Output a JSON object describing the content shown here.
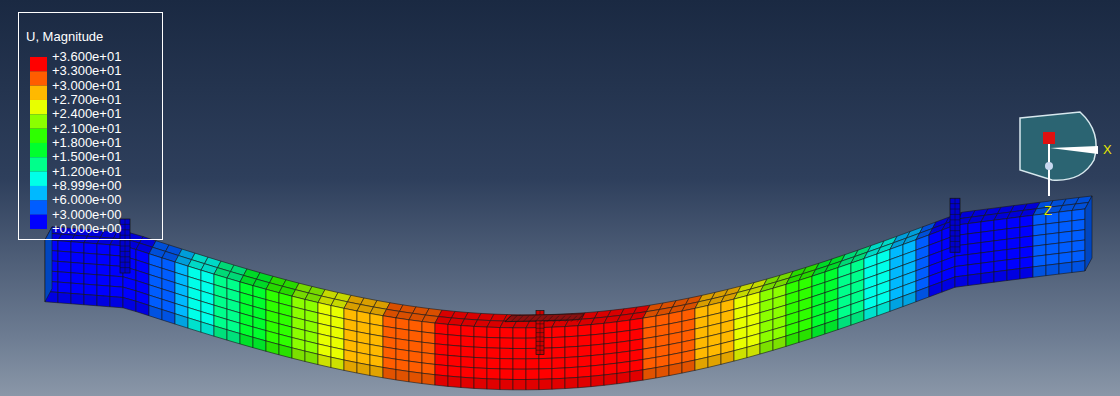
{
  "diagram": {
    "labels": [
      "U, Magnitude",
      "X",
      "Z"
    ],
    "legend": [
      {
        "text": "+3.600e+01",
        "color": "#ff0000"
      },
      {
        "text": "+3.300e+01",
        "color": "#ff5d00"
      },
      {
        "text": "+3.000e+01",
        "color": "#ffb900"
      },
      {
        "text": "+2.700e+01",
        "color": "#e8ff00"
      },
      {
        "text": "+2.400e+01",
        "color": "#8bff00"
      },
      {
        "text": "+2.100e+01",
        "color": "#2eff00"
      },
      {
        "text": "+1.800e+01",
        "color": "#00ff2e"
      },
      {
        "text": "+1.500e+01",
        "color": "#00ff8b"
      },
      {
        "text": "+1.200e+01",
        "color": "#00ffe8"
      },
      {
        "text": "+8.999e+00",
        "color": "#00b9ff"
      },
      {
        "text": "+6.000e+00",
        "color": "#005dff"
      },
      {
        "text": "+3.000e+00",
        "color": "#0000ff"
      },
      {
        "text": "+0.000e+00"
      }
    ]
  }
}
